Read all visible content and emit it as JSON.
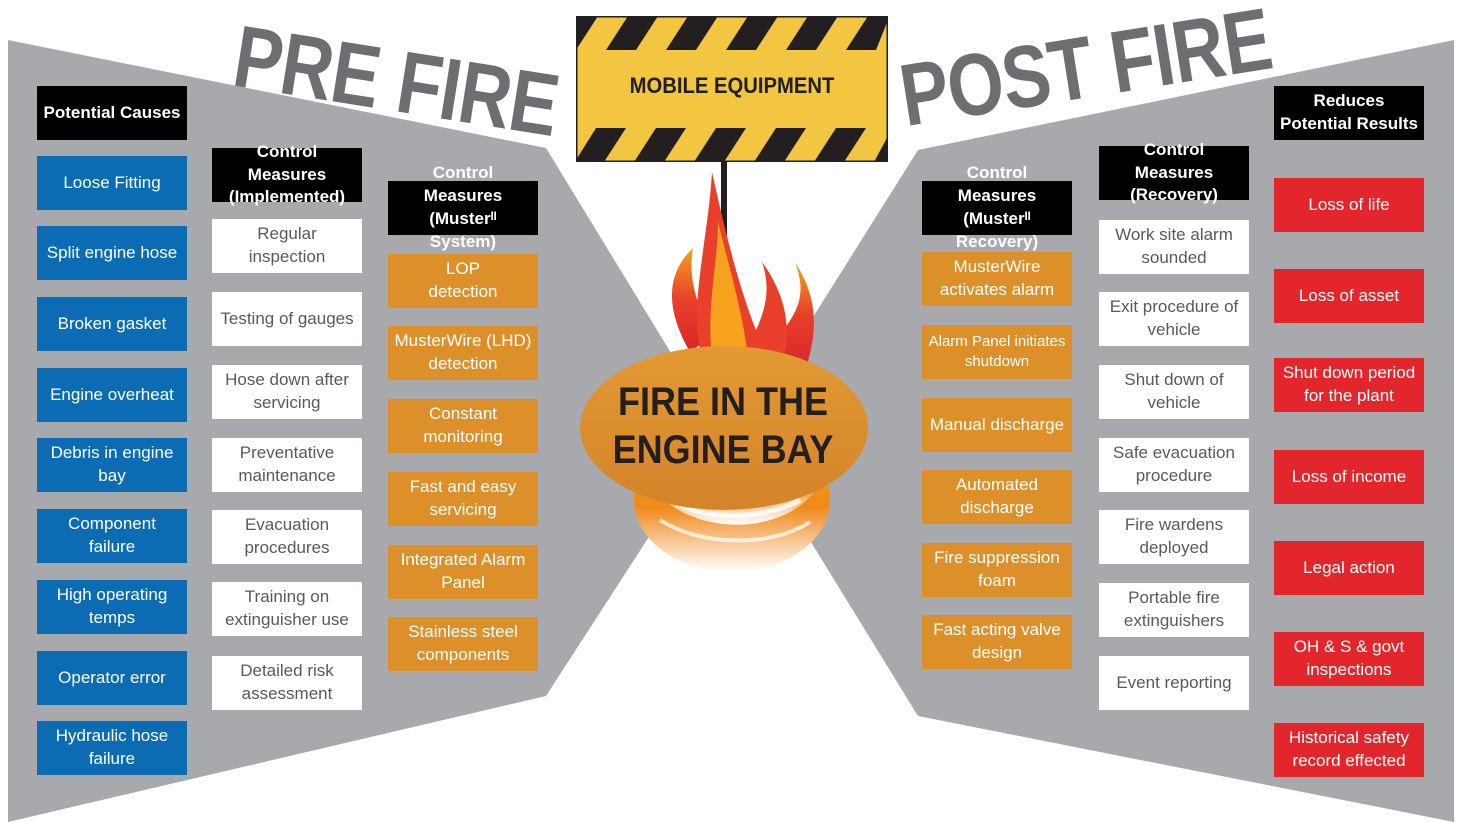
{
  "titles": {
    "pre": "PRE FIRE",
    "post": "POST FIRE"
  },
  "sign": {
    "label": "MOBILE EQUIPMENT"
  },
  "center": {
    "label": "FIRE IN THE\nENGINE BAY"
  },
  "colors": {
    "panel_gray": "#a7a9ac",
    "title_gray": "#6d6e71",
    "cause_blue": "#0b6cb3",
    "muster_orange": "#dd9029",
    "result_red": "#e3262c",
    "sign_yellow": "#f2c640",
    "header_black": "#000000"
  },
  "columns": {
    "causes": {
      "header": "Potential Causes",
      "items": [
        "Loose Fitting",
        "Split engine hose",
        "Broken gasket",
        "Engine overheat",
        "Debris in engine\nbay",
        "Component failure",
        "High operating\ntemps",
        "Operator error",
        "Hydraulic hose\nfailure"
      ]
    },
    "implemented": {
      "header": "Control Measures\n(Implemented)",
      "items": [
        "Regular inspection",
        "Testing of gauges",
        "Hose down after\nservicing",
        "Preventative\nmaintenance",
        "Evacuation\nprocedures",
        "Training on\nextinguisher use",
        "Detailed risk\nassessment"
      ]
    },
    "muster_system": {
      "header": "Control Measures\n(Musterᴵᴵ System)",
      "items": [
        "LOP\ndetection",
        "MusterWire (LHD)\ndetection",
        "Constant\nmonitoring",
        "Fast and easy\nservicing",
        "Integrated Alarm\nPanel",
        "Stainless steel\ncomponents"
      ]
    },
    "muster_recovery": {
      "header": "Control Measures\n(Musterᴵᴵ Recovery)",
      "items": [
        "MusterWire\nactivates alarm",
        "Alarm Panel initiates\nshutdown",
        "Manual  discharge",
        "Automated\ndischarge",
        "Fire suppression\nfoam",
        "Fast acting valve\ndesign"
      ]
    },
    "recovery": {
      "header": "Control Measures\n(Recovery)",
      "items": [
        "Work site alarm\nsounded",
        "Exit procedure of\nvehicle",
        "Shut down of\nvehicle",
        "Safe evacuation\nprocedure",
        "Fire wardens\ndeployed",
        "Portable fire\nextinguishers",
        "Event reporting"
      ]
    },
    "results": {
      "header": "Reduces\nPotential Results",
      "items": [
        "Loss of life",
        "Loss of asset",
        "Shut down period\nfor the plant",
        "Loss of income",
        "Legal action",
        "OH & S & govt\ninspections",
        "Historical safety\nrecord effected"
      ]
    }
  }
}
